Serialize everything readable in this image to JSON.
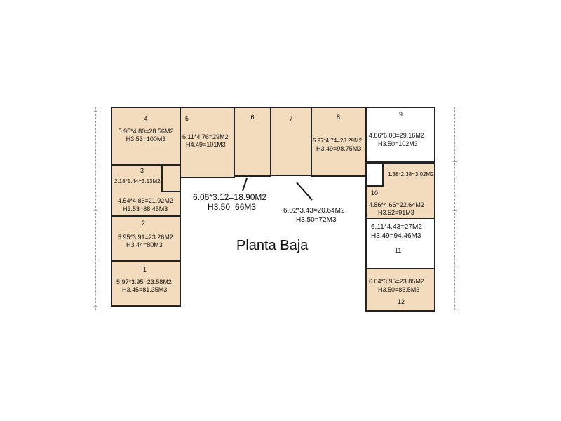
{
  "title": "Planta Baja",
  "rooms": {
    "r4": {
      "num": "4",
      "area": "5.95*4.80=28.56M2",
      "vol": "H3.53=100M3"
    },
    "r5": {
      "num": "5",
      "area": "6.11*4.76=29M2",
      "vol": "H4.49=101M3"
    },
    "r6": {
      "num": "6"
    },
    "r7": {
      "num": "7"
    },
    "r8": {
      "num": "8",
      "area": "5.97*4.74=28.29M2",
      "vol": "H3.49=98.75M3"
    },
    "r9": {
      "num": "9",
      "area": "4.86*6.00=29.16M2",
      "vol": "H3.50=102M3"
    },
    "r3": {
      "num": "3",
      "small": "2.18*1.44=3.13M2",
      "area": "4.54*4.83=21.92M2",
      "vol": "H3.53=88.45M3"
    },
    "r2": {
      "num": "2",
      "area": "5.95*3.91=23.26M2",
      "vol": "H3.44=80M3"
    },
    "r1": {
      "num": "1",
      "area": "5.97*3.95=23.58M2",
      "vol": "H3.45=81.35M3"
    },
    "r10": {
      "num": "10",
      "small": "1.38*2.38=3.02M2",
      "area": "4.86*4.66=22.64M2",
      "vol": "H3.52=91M3"
    },
    "r11": {
      "num": "11",
      "area": "6.11*4.43=27M2",
      "vol": "H3.49=94.46M3"
    },
    "r12": {
      "num": "12",
      "area": "6.04*3.95=23.85M2",
      "vol": "H3.50=83.5M3"
    }
  },
  "callouts": {
    "c6": {
      "area": "6.06*3.12=18.90M2",
      "vol": "H3.50=66M3"
    },
    "c7": {
      "area": "6.02*3.43=20.64M2",
      "vol": "H3.50=72M3"
    }
  }
}
